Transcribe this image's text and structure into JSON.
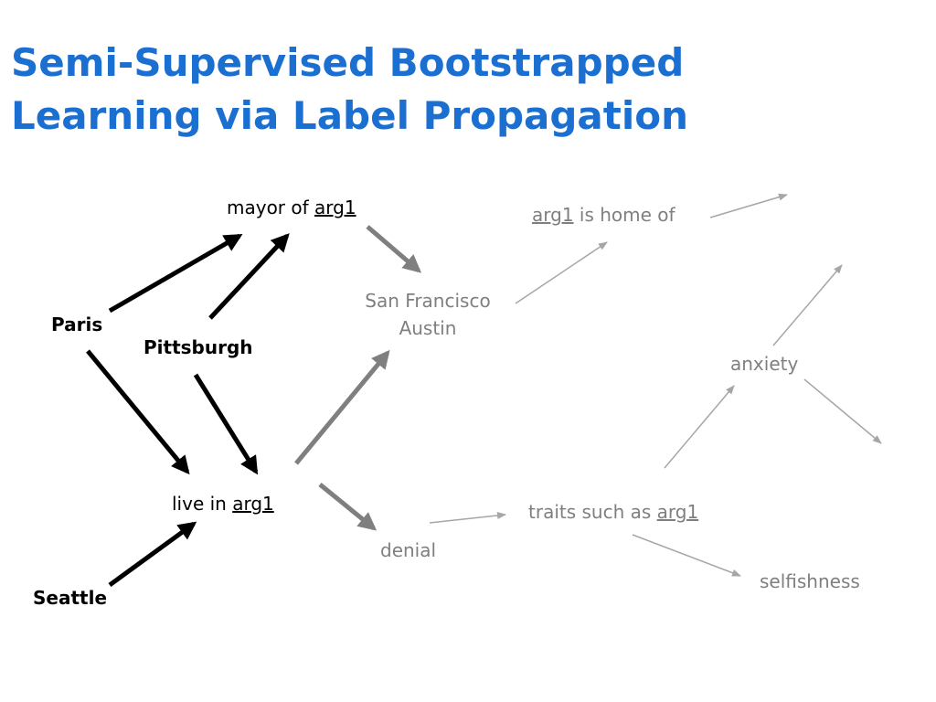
{
  "slide": {
    "title_line1": "Semi-Supervised Bootstrapped",
    "title_line2": "Learning via Label Propagation"
  },
  "nodes": {
    "mayor_of": {
      "prefix": "mayor of",
      "arg": "arg1"
    },
    "live_in": {
      "prefix": "live in",
      "arg": "arg1"
    },
    "paris": "Paris",
    "pittsburgh": "Pittsburgh",
    "seattle": "Seattle",
    "san_francisco": "San Francisco",
    "austin": "Austin",
    "is_home_of": {
      "arg": "arg1",
      "suffix": "is home of"
    },
    "anxiety": "anxiety",
    "denial": "denial",
    "traits_such_as": {
      "prefix": "traits such as",
      "arg": "arg1"
    },
    "selfishness": "selfishness"
  },
  "colors": {
    "title": "#1a6fd0",
    "seed_edge": "#000000",
    "propagated_edge": "#7f7f7f",
    "faint_edge": "#a6a6a6"
  }
}
